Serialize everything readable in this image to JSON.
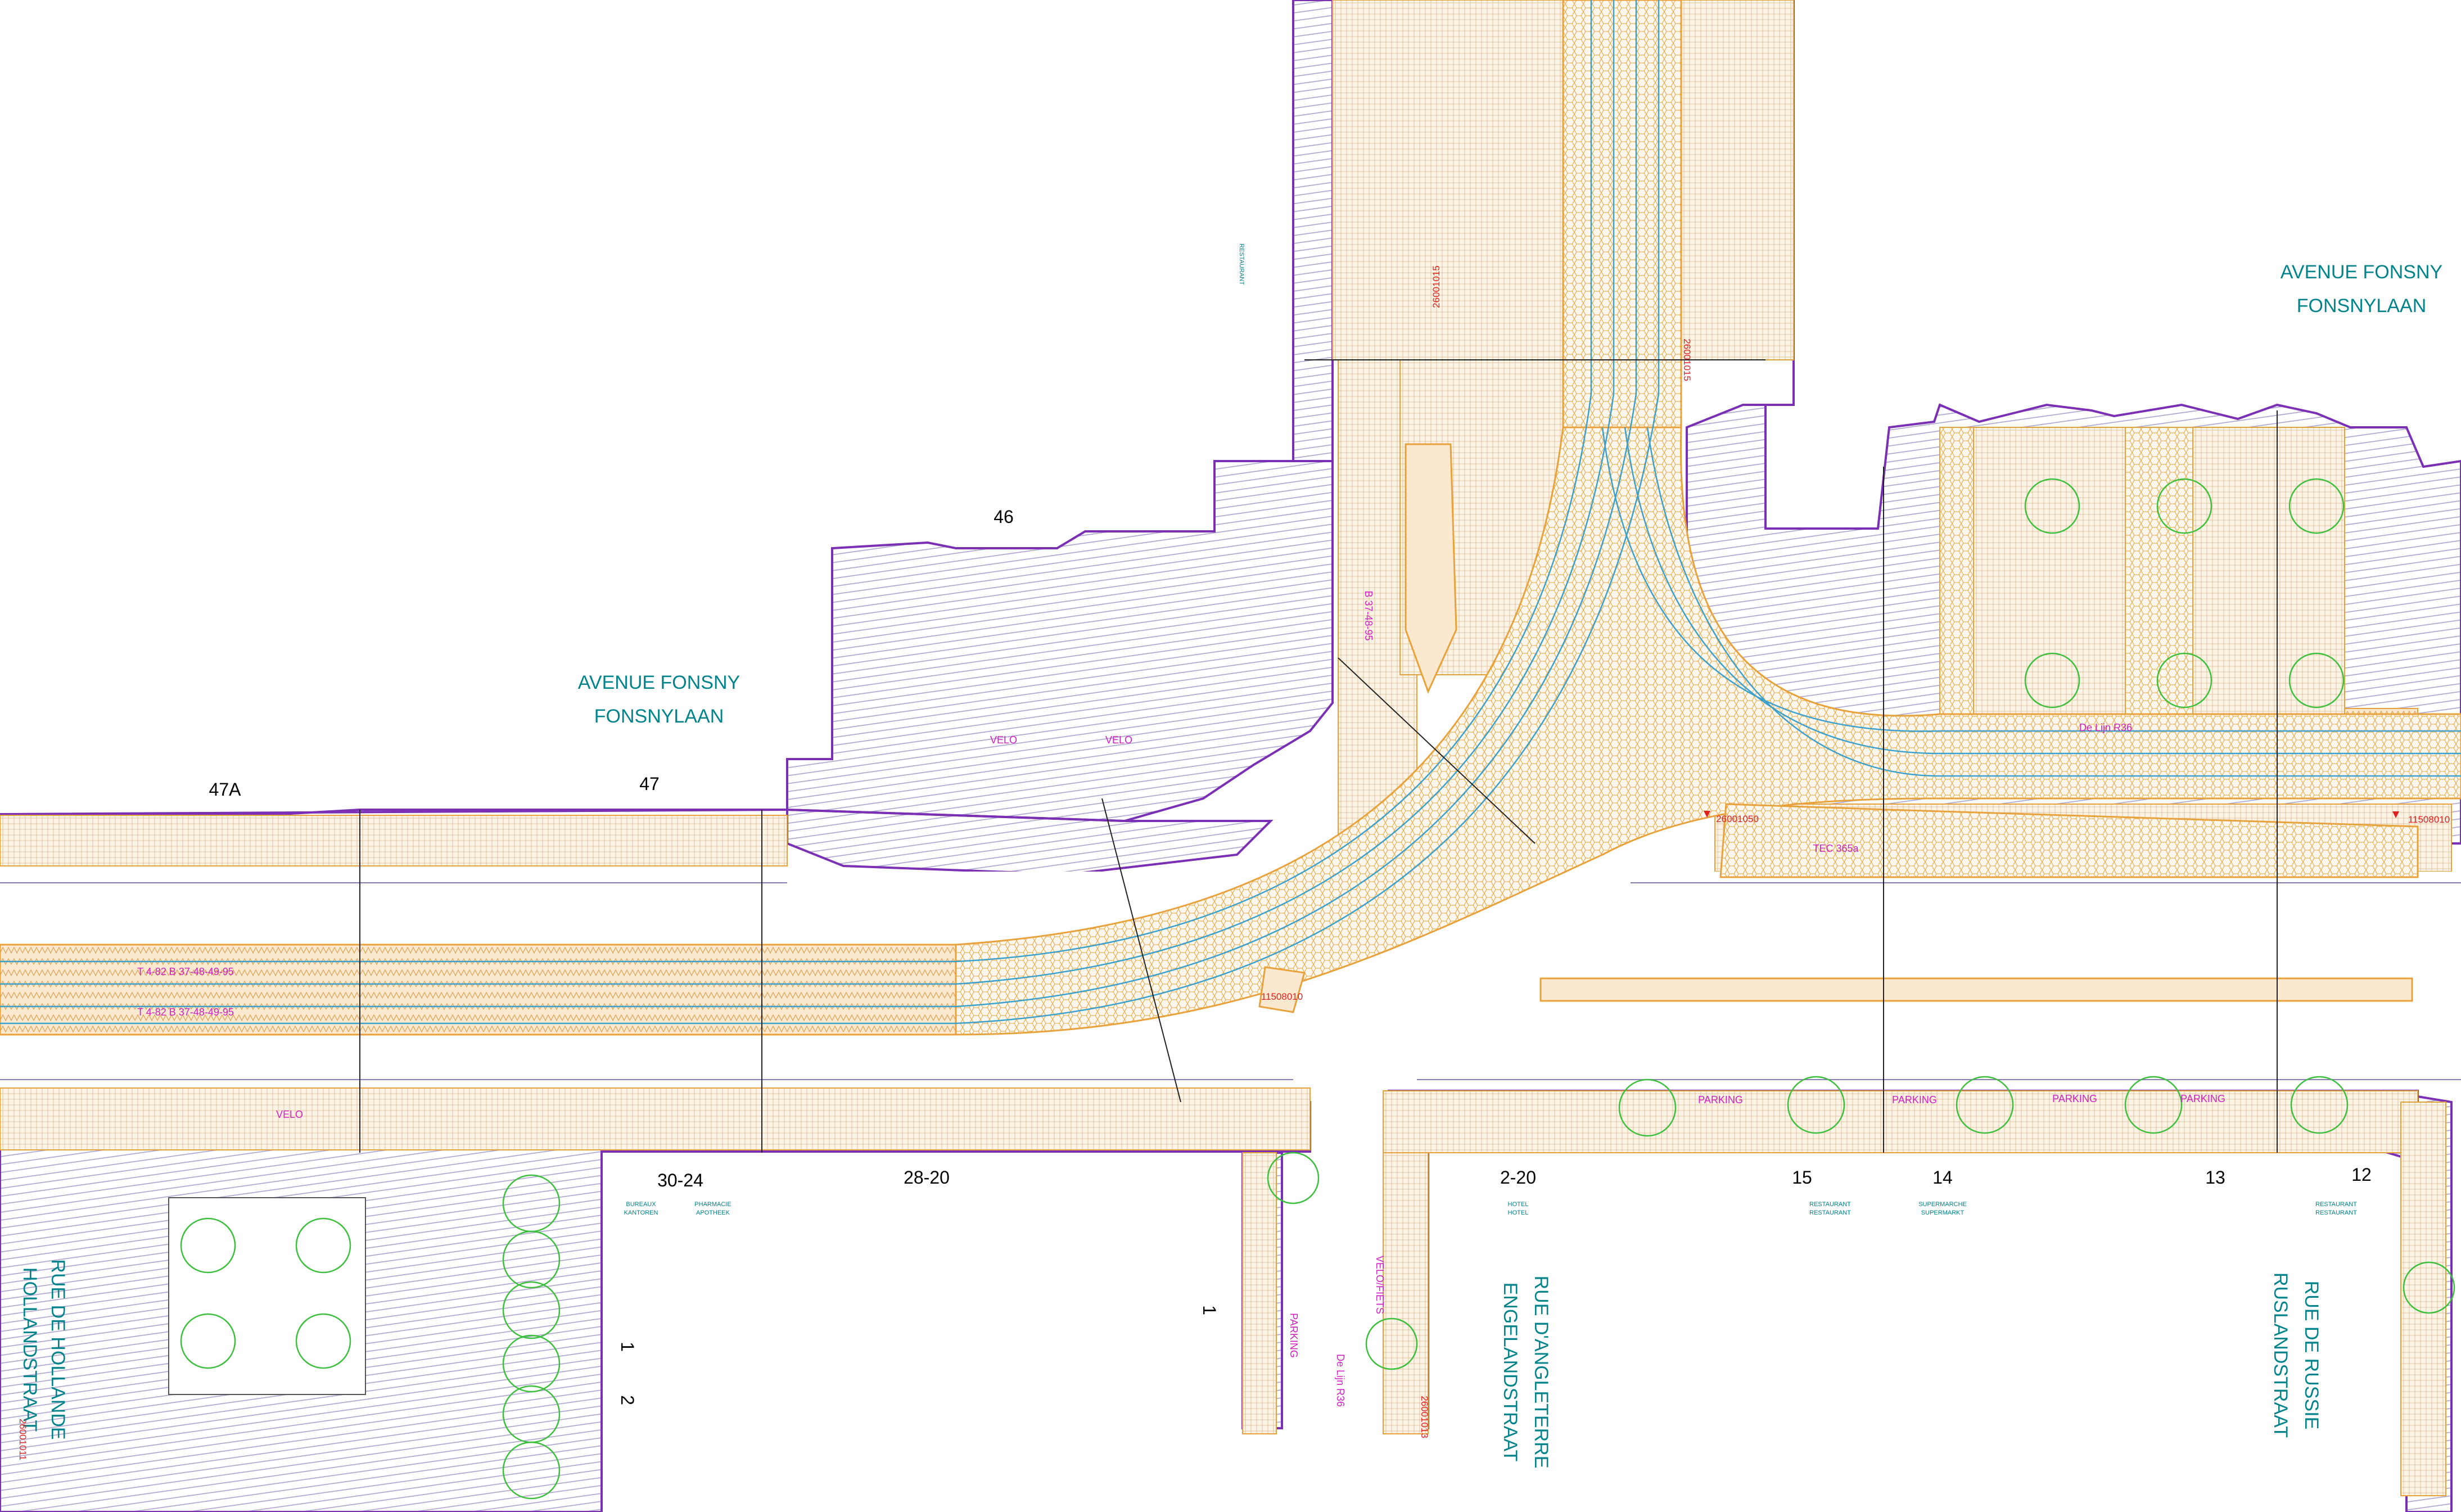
{
  "streets": {
    "fonsny_right_fr": "AVENUE FONSNY",
    "fonsny_right_nl": "FONSNYLAAN",
    "fonsny_left_fr": "AVENUE FONSNY",
    "fonsny_left_nl": "FONSNYLAAN",
    "hollande_fr": "RUE DE HOLLANDE",
    "hollande_nl": "HOLLANDSTRAAT",
    "angleterre_fr": "RUE D'ANGLETERRE",
    "angleterre_nl": "ENGELANDSTRAAT",
    "russie_fr": "RUE DE RUSSIE",
    "russie_nl": "RUSLANDSTRAAT"
  },
  "house_numbers": {
    "n46": "46",
    "n47A": "47A",
    "n47": "47",
    "n30_24": "30-24",
    "n28_20": "28-20",
    "n2_20": "2-20",
    "n15": "15",
    "n14": "14",
    "n13": "13",
    "n12": "12",
    "n1": "1",
    "n1b": "1",
    "n2": "2"
  },
  "functions": {
    "bureaux": "BUREAUX",
    "kantoren": "KANTOREN",
    "pharmacie": "PHARMACIE",
    "apotheek": "APOTHEEK",
    "hotel1": "HOTEL",
    "hotel2": "HOTEL",
    "rest15a": "RESTAURANT",
    "rest15b": "RESTAURANT",
    "supermarche": "SUPERMARCHE",
    "supermarkt": "SUPERMARKT",
    "rest12a": "RESTAURANT",
    "rest12b": "RESTAURANT",
    "restaurant_top": "RESTAURANT"
  },
  "markings": {
    "velo1": "VELO",
    "velo2": "VELO",
    "velo3": "VELO",
    "parking1": "PARKING",
    "parking2": "PARKING",
    "parking3": "PARKING",
    "parking4": "PARKING",
    "parking_v": "PARKING",
    "velo_v": "VELO/FIETS",
    "dl_r36": "De Lijn R36",
    "dl_r36_v": "De Lijn R36",
    "tec": "TEC 365a",
    "tram1": "T 4-82 B 37-48-49-95",
    "tram2": "T 4-82 B 37-48-49-95",
    "bus_v": "B 37-48-95"
  },
  "stops": {
    "s1": "26001050",
    "s2": "11508010",
    "s3": "11508010",
    "s4": "26001011",
    "s5": "26001013",
    "s6": "26001015",
    "s7": "26001015"
  },
  "colors": {
    "building_outline": "#7a2fb4",
    "hatch": "#a9a0cc",
    "kerb": "#e8a23c",
    "tram": "#3aa0cc",
    "trees": "#3cbf3c",
    "labels": "#00838a",
    "signage": "#d020c0"
  }
}
